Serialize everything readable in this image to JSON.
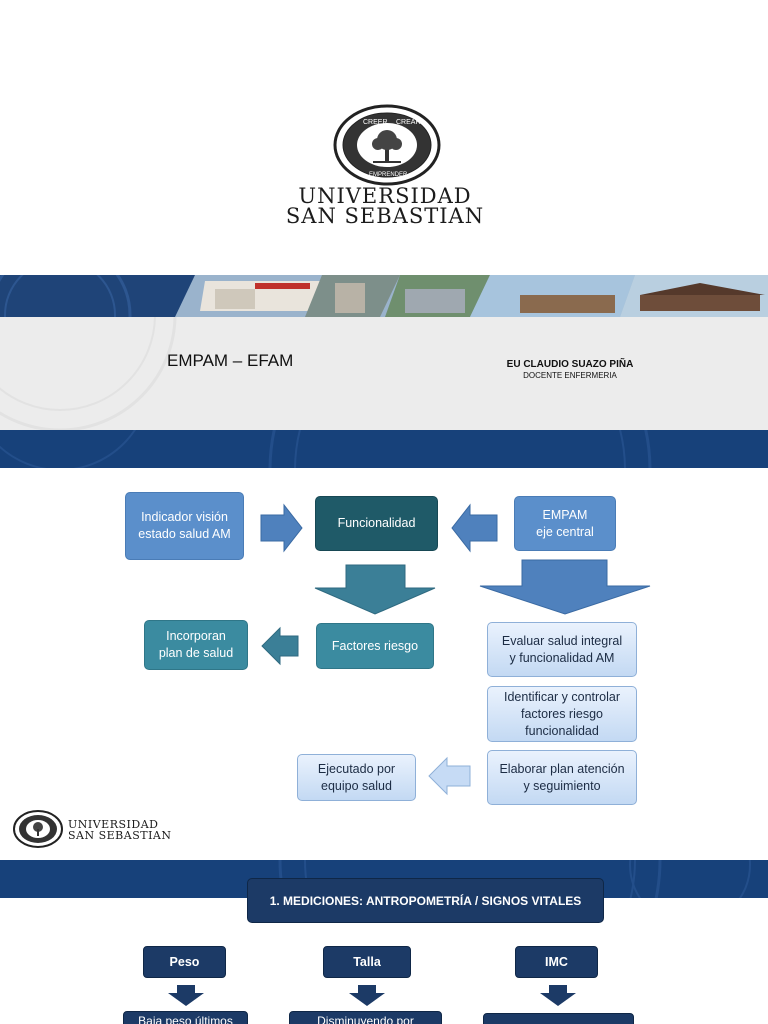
{
  "slide1": {
    "seal": {
      "top_text": "CREER",
      "right_text": "CREAR",
      "bottom_text": "EMPRENDER"
    },
    "university": {
      "line1": "UNIVERSIDAD",
      "line2": "SAN SEBASTIAN"
    },
    "title": "EMPAM – EFAM",
    "author": "EU CLAUDIO SUAZO PIÑA",
    "role": "DOCENTE ENFERMERIA"
  },
  "slide2": {
    "indicador": "Indicador visión\nestado salud AM",
    "funcionalidad": "Funcionalidad",
    "empam": "EMPAM\neje central",
    "factores": "Factores riesgo",
    "incorporan": "Incorporan\nplan de salud",
    "evaluar": "Evaluar salud integral\ny funcionalidad AM",
    "identificar": "Identificar y controlar\nfactores riesgo\nfuncionalidad",
    "elaborar": "Elaborar plan atención\ny seguimiento",
    "ejecutado": "Ejecutado por\nequipo salud",
    "logo": {
      "line1": "UNIVERSIDAD",
      "line2": "SAN SEBASTIAN"
    }
  },
  "slide3": {
    "title": "1. MEDICIONES: ANTROPOMETRÍA / SIGNOS VITALES",
    "peso": "Peso",
    "talla": "Talla",
    "imc": "IMC",
    "peso_detail": "Baja peso últimos",
    "talla_detail": "Disminuyendo  por"
  },
  "colors": {
    "navy": "#1c3a66",
    "band_blue": "#17417a",
    "box_blue": "#5b8fcb",
    "box_dark_teal": "#1f5a68",
    "box_teal": "#3b8ba0",
    "arrow_blue": "#4f81bd",
    "arrow_teal": "#3b7f97"
  }
}
